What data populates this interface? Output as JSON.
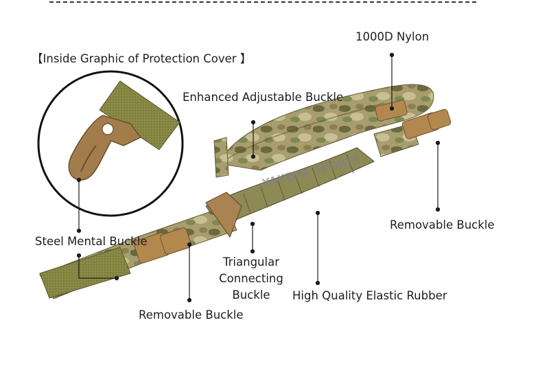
{
  "labels": {
    "inside_graphic": "【Inside Graphic of Protection Cover 】",
    "nylon": "1000D Nylon",
    "adjustable_buckle": "Enhanced Adjustable Buckle",
    "removable_buckle_right": "Removable Buckle",
    "steel_buckle": "Steel Mental Buckle",
    "triangular_line1": "Triangular",
    "triangular_line2": "Connecting",
    "triangular_line3": "Buckle",
    "elastic_rubber": "High Quality Elastic Rubber",
    "removable_buckle_bottom": "Removable Buckle"
  },
  "watermark": "YAKEDA SPORTS",
  "colors": {
    "camo_base": "#a89d6e",
    "camo_dark": "#6b6a3e",
    "camo_light": "#c8bf94",
    "webbing": "#8a8a46",
    "buckle": "#b3884e",
    "clip": "#a27c4a",
    "leader": "#1a1a1a"
  }
}
